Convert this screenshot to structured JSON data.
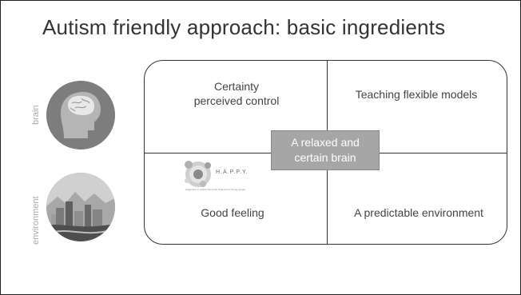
{
  "slide": {
    "title": "Autism friendly approach: basic ingredients",
    "side_labels": {
      "top": "brain",
      "bottom": "environment"
    },
    "quadrants": {
      "top_left": [
        "Certainty",
        "perceived control"
      ],
      "top_right": "Teaching flexible models",
      "bottom_left": "Good feeling",
      "bottom_right": "A predictable environment"
    },
    "center": [
      "A relaxed and",
      "certain brain"
    ],
    "logo": {
      "name": "H.A.P.P.Y.",
      "tagline": "Happiness in Autism Personal Projects for Young people"
    }
  }
}
